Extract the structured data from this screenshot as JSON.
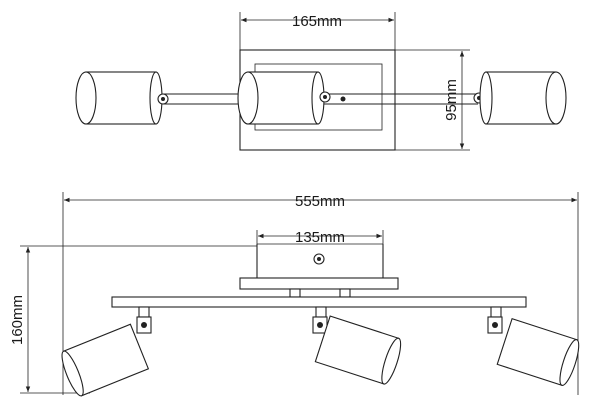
{
  "dimensions": {
    "top_width": "165mm",
    "top_depth": "95mm",
    "total_length": "555mm",
    "plate_width": "135mm",
    "total_height": "160mm"
  }
}
